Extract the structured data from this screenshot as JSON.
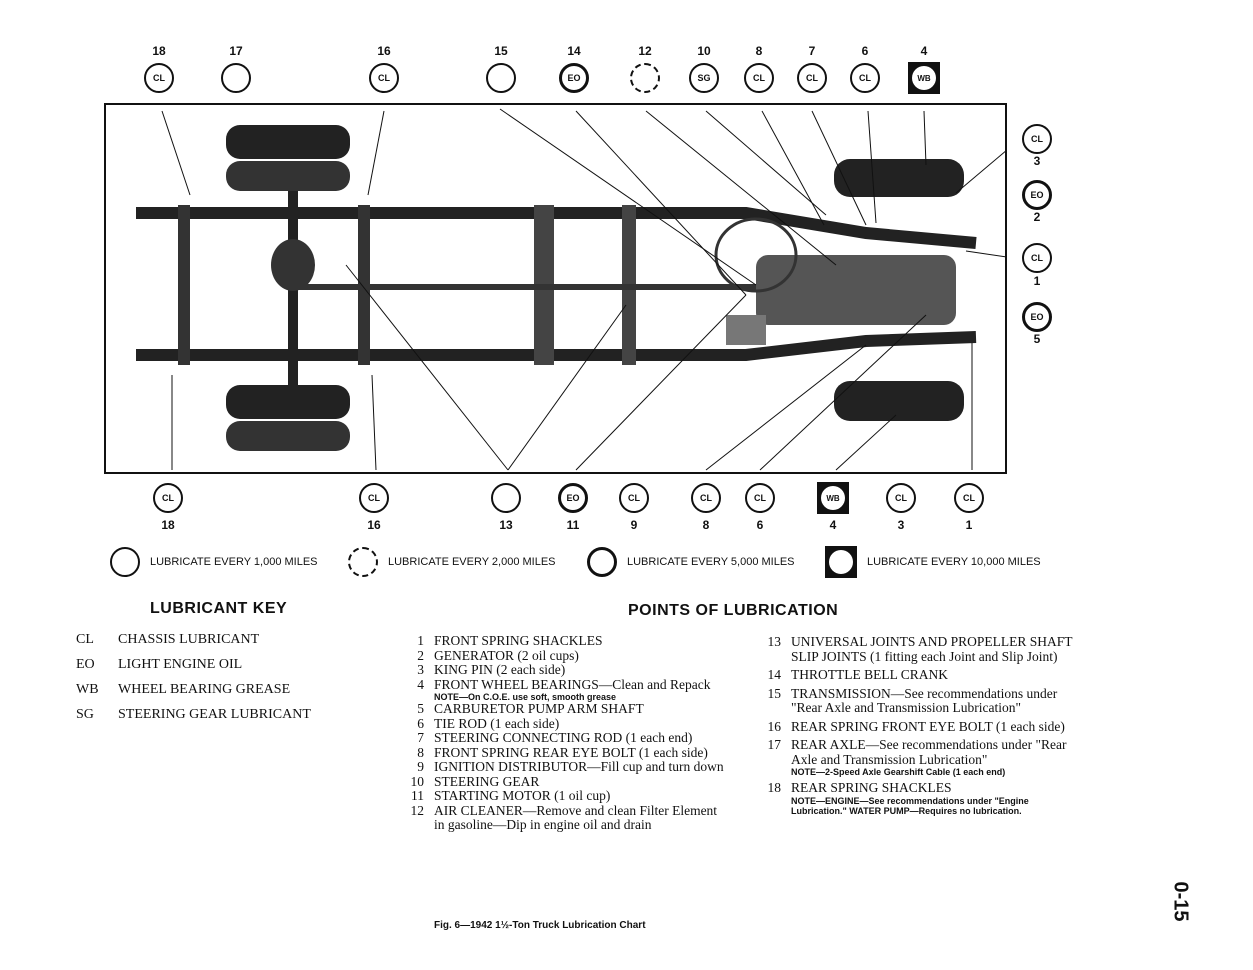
{
  "top_callouts": [
    {
      "number": "18",
      "code": "CL",
      "style": "normal"
    },
    {
      "number": "17",
      "code": "",
      "style": "normal"
    },
    {
      "number": "16",
      "code": "CL",
      "style": "normal"
    },
    {
      "number": "15",
      "code": "",
      "style": "normal"
    },
    {
      "number": "14",
      "code": "EO",
      "style": "heavy"
    },
    {
      "number": "12",
      "code": "",
      "style": "dashed"
    },
    {
      "number": "10",
      "code": "SG",
      "style": "normal"
    },
    {
      "number": "8",
      "code": "CL",
      "style": "normal"
    },
    {
      "number": "7",
      "code": "CL",
      "style": "normal"
    },
    {
      "number": "6",
      "code": "CL",
      "style": "normal"
    },
    {
      "number": "4",
      "code": "WB",
      "style": "box"
    }
  ],
  "right_callouts": [
    {
      "number": "3",
      "code": "CL",
      "style": "normal"
    },
    {
      "number": "2",
      "code": "EO",
      "style": "heavy"
    },
    {
      "number": "1",
      "code": "CL",
      "style": "normal"
    },
    {
      "number": "5",
      "code": "EO",
      "style": "heavy"
    }
  ],
  "bottom_callouts": [
    {
      "number": "18",
      "code": "CL",
      "style": "normal"
    },
    {
      "number": "16",
      "code": "CL",
      "style": "normal"
    },
    {
      "number": "13",
      "code": "",
      "style": "normal"
    },
    {
      "number": "11",
      "code": "EO",
      "style": "heavy"
    },
    {
      "number": "9",
      "code": "CL",
      "style": "normal"
    },
    {
      "number": "8",
      "code": "CL",
      "style": "normal"
    },
    {
      "number": "6",
      "code": "CL",
      "style": "normal"
    },
    {
      "number": "4",
      "code": "WB",
      "style": "box"
    },
    {
      "number": "3",
      "code": "CL",
      "style": "normal"
    },
    {
      "number": "1",
      "code": "CL",
      "style": "normal"
    }
  ],
  "legend": [
    {
      "label": "LUBRICATE EVERY 1,000 MILES",
      "style": "normal"
    },
    {
      "label": "LUBRICATE EVERY 2,000 MILES",
      "style": "dashed"
    },
    {
      "label": "LUBRICATE EVERY 5,000 MILES",
      "style": "heavy"
    },
    {
      "label": "LUBRICATE EVERY 10,000 MILES",
      "style": "box"
    }
  ],
  "lubricant_key": {
    "title": "LUBRICANT KEY",
    "rows": [
      {
        "code": "CL",
        "label": "CHASSIS LUBRICANT"
      },
      {
        "code": "EO",
        "label": "LIGHT ENGINE OIL"
      },
      {
        "code": "WB",
        "label": "WHEEL BEARING GREASE"
      },
      {
        "code": "SG",
        "label": "STEERING GEAR LUBRICANT"
      }
    ]
  },
  "points": {
    "title": "POINTS OF LUBRICATION",
    "left": [
      {
        "n": "1",
        "text": "FRONT SPRING SHACKLES",
        "note": ""
      },
      {
        "n": "2",
        "text": "GENERATOR (2 oil cups)",
        "note": ""
      },
      {
        "n": "3",
        "text": "KING PIN (2 each side)",
        "note": ""
      },
      {
        "n": "4",
        "text": "FRONT WHEEL BEARINGS—Clean and Repack",
        "note": "NOTE—On C.O.E. use soft, smooth grease"
      },
      {
        "n": "5",
        "text": "CARBURETOR PUMP ARM SHAFT",
        "note": ""
      },
      {
        "n": "6",
        "text": "TIE ROD (1 each side)",
        "note": ""
      },
      {
        "n": "7",
        "text": "STEERING CONNECTING ROD (1 each end)",
        "note": ""
      },
      {
        "n": "8",
        "text": "FRONT SPRING REAR EYE BOLT (1 each side)",
        "note": ""
      },
      {
        "n": "9",
        "text": "IGNITION DISTRIBUTOR—Fill cup and turn down",
        "note": ""
      },
      {
        "n": "10",
        "text": "STEERING GEAR",
        "note": ""
      },
      {
        "n": "11",
        "text": "STARTING MOTOR (1 oil cup)",
        "note": ""
      },
      {
        "n": "12",
        "text": "AIR CLEANER—Remove and clean Filter Element in gasoline—Dip in engine oil and drain",
        "note": ""
      }
    ],
    "right": [
      {
        "n": "13",
        "text": "UNIVERSAL JOINTS AND PROPELLER SHAFT SLIP JOINTS (1 fitting each Joint and Slip Joint)",
        "note": ""
      },
      {
        "n": "14",
        "text": "THROTTLE BELL CRANK",
        "note": ""
      },
      {
        "n": "15",
        "text": "TRANSMISSION—See recommendations under \"Rear Axle and Transmission Lubrication\"",
        "note": ""
      },
      {
        "n": "16",
        "text": "REAR SPRING FRONT EYE BOLT (1 each side)",
        "note": ""
      },
      {
        "n": "17",
        "text": "REAR AXLE—See recommendations under \"Rear Axle and Transmission Lubrication\"",
        "note": "NOTE—2-Speed Axle Gearshift Cable (1 each end)"
      },
      {
        "n": "18",
        "text": "REAR SPRING SHACKLES",
        "note": "NOTE—ENGINE—See recommendations under \"Engine Lubrication.\" WATER PUMP—Requires no lubrication."
      }
    ]
  },
  "caption": "Fig. 6—1942 1½-Ton Truck Lubrication Chart",
  "page_number": "0-15"
}
